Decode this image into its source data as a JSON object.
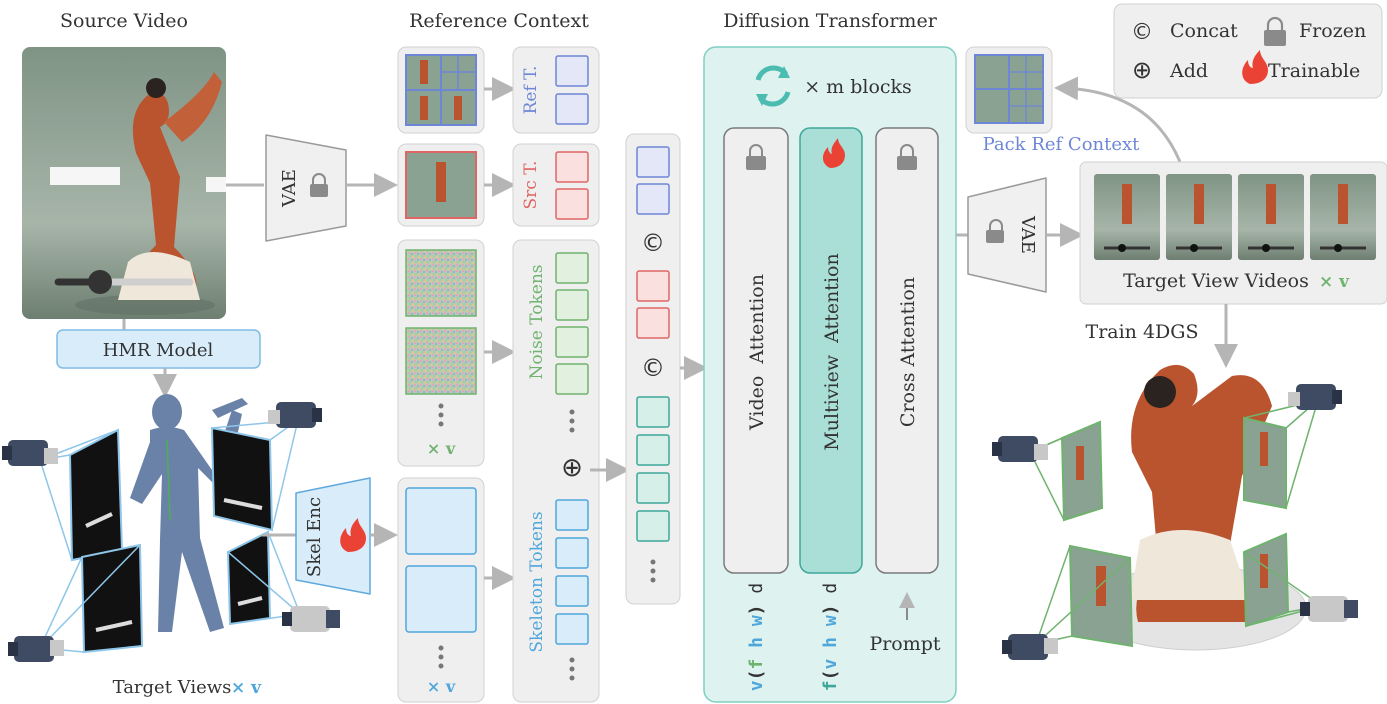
{
  "headers": {
    "source_video": "Source Video",
    "reference_context": "Reference Context",
    "diffusion_transformer": "Diffusion Transformer"
  },
  "legend": {
    "concat": "Concat",
    "frozen": "Frozen",
    "add": "Add",
    "trainable": "Trainable",
    "concat_symbol": "©",
    "add_symbol": "⊕"
  },
  "modules": {
    "hmr_model": "HMR Model",
    "vae": "VAE",
    "skel_enc": "Skel Enc",
    "blocks": "× m blocks",
    "video_attention": "Video  Attention",
    "multiview_attention": "Multiview  Attention",
    "cross_attention": "Cross Attention",
    "prompt": "Prompt"
  },
  "tokens": {
    "ref": "Ref T.",
    "src": "Src T.",
    "noise": "Noise Tokens",
    "skeleton": "Skeleton Tokens",
    "times_v": "× v"
  },
  "outputs": {
    "pack_ref_context": "Pack Ref Context",
    "target_view_videos": "Target View Videos",
    "times_v": "× v",
    "train_4dgs": "Train 4DGS",
    "target_views": "Target Views",
    "target_views_times": "× v"
  },
  "rearrange": {
    "video": [
      "v",
      "(",
      "f",
      " ",
      "h",
      " ",
      "w",
      ")",
      " d"
    ],
    "multiview": [
      "f",
      "(",
      "v",
      " ",
      "h",
      " ",
      "w",
      ")",
      " d"
    ]
  },
  "colors": {
    "blue": "#6e86d6",
    "red": "#e06666",
    "green": "#6fb36f",
    "skyblue": "#4fa6db",
    "teal": "#3fa79a",
    "panel_gray": "#efefef",
    "dit_bg": "#def3f0"
  }
}
